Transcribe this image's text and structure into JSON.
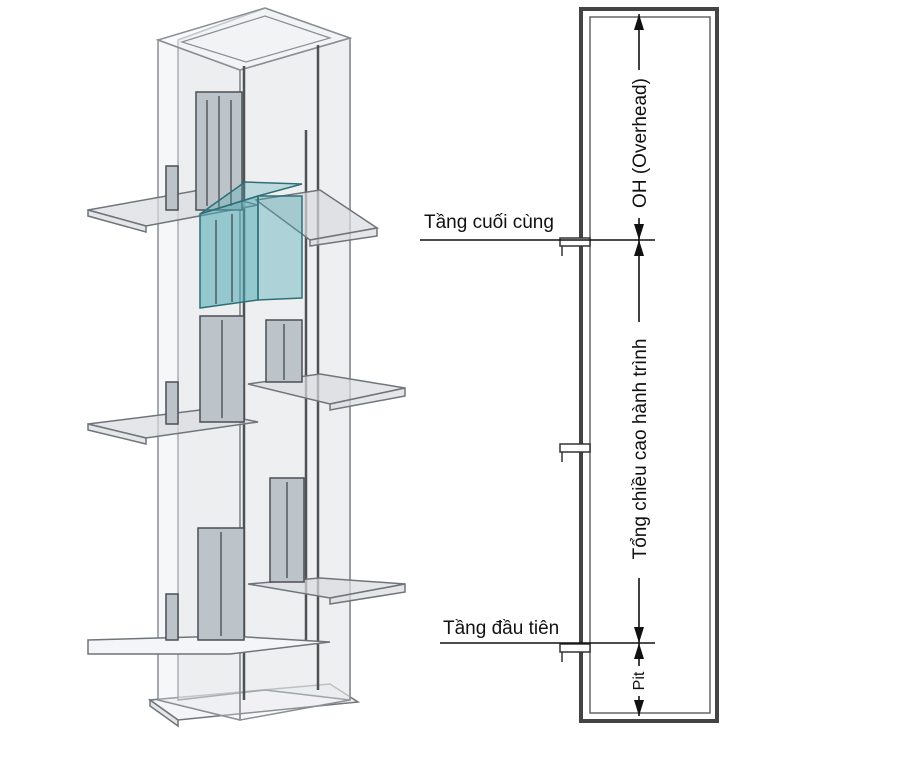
{
  "left_figure": {
    "description_icon": "elevator-shaft-3d-icon"
  },
  "section_diagram": {
    "labels": {
      "top_floor": "Tầng cuối cùng",
      "first_floor": "Tầng đầu tiên",
      "overhead": "OH (Overhead)",
      "travel_height": "Tổng chiều cao hành trình",
      "pit": "Pit"
    }
  },
  "colors": {
    "cabin_glass": "#4aa8b2",
    "structure": "#6f757a",
    "text": "#111111"
  }
}
